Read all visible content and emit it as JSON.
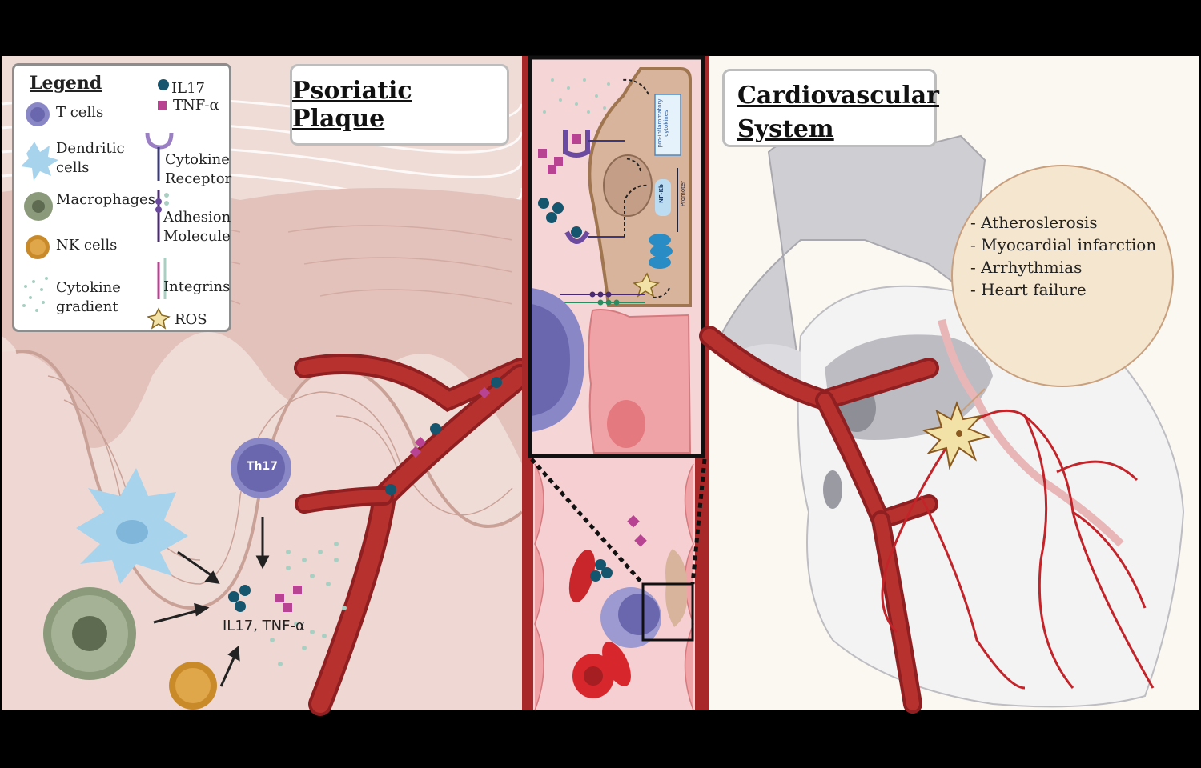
{
  "panels": {
    "plaque_title": "Psoriatic Plaque",
    "cardio_title_line1": "Cardiovascular",
    "cardio_title_line2": "System"
  },
  "legend": {
    "title": "Legend",
    "t_cells": "T cells",
    "dendritic_1": "Dendritic",
    "dendritic_2": "cells",
    "macrophages": "Macrophages",
    "nk_cells": "NK cells",
    "gradient_1": "Cytokine",
    "gradient_2": "gradient",
    "il17": "IL17",
    "tnf": "TNF-α",
    "receptor_1": "Cytokine",
    "receptor_2": "Receptor",
    "adhesion_1": "Adhesion",
    "adhesion_2": "Molecule",
    "integrins": "Integrins",
    "ros": "ROS"
  },
  "labels": {
    "th17": "Th17",
    "cytokines": "IL17, TNF-α",
    "pro_inflammatory": "pro-inflammatory cytokines",
    "nfkb": "NF-Kb",
    "promoter": "Promoter"
  },
  "diseases": [
    "- Atheroslerosis",
    "- Myocardial infarction",
    "- Arrhythmias",
    "- Heart failure"
  ]
}
